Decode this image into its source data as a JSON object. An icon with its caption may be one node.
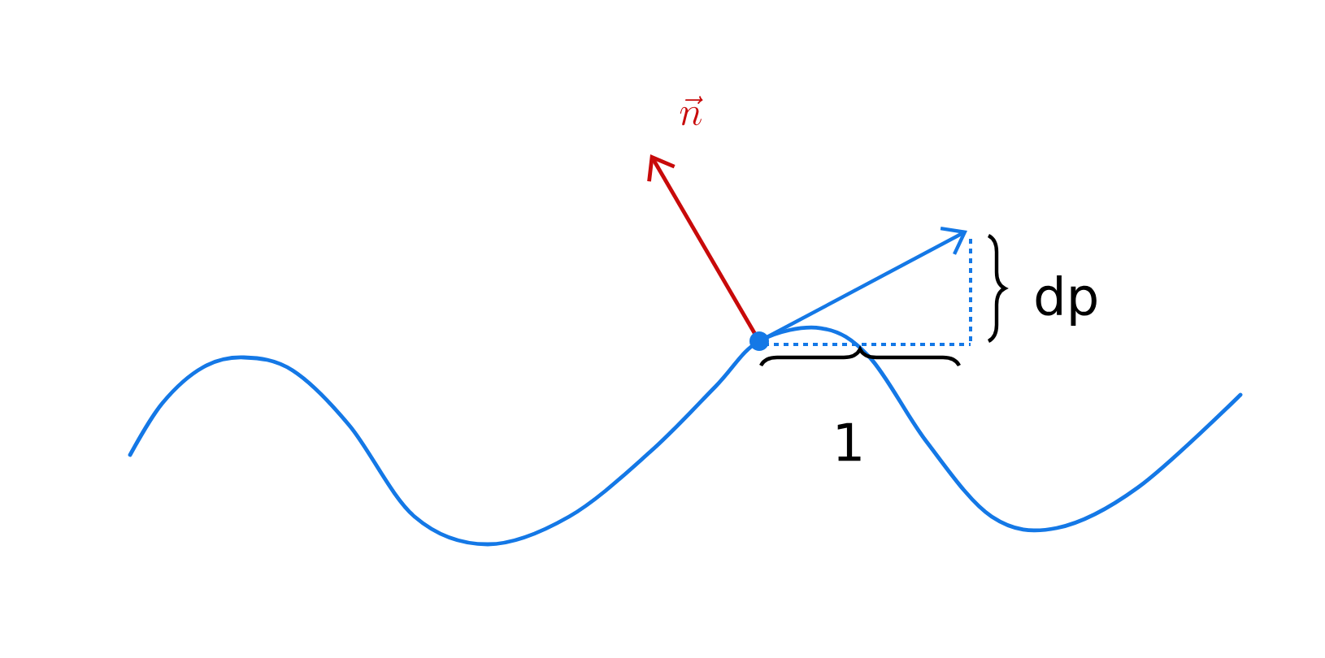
{
  "diagram": {
    "labels": [
      "\\vec{n}",
      "dp",
      "1"
    ]
  }
}
